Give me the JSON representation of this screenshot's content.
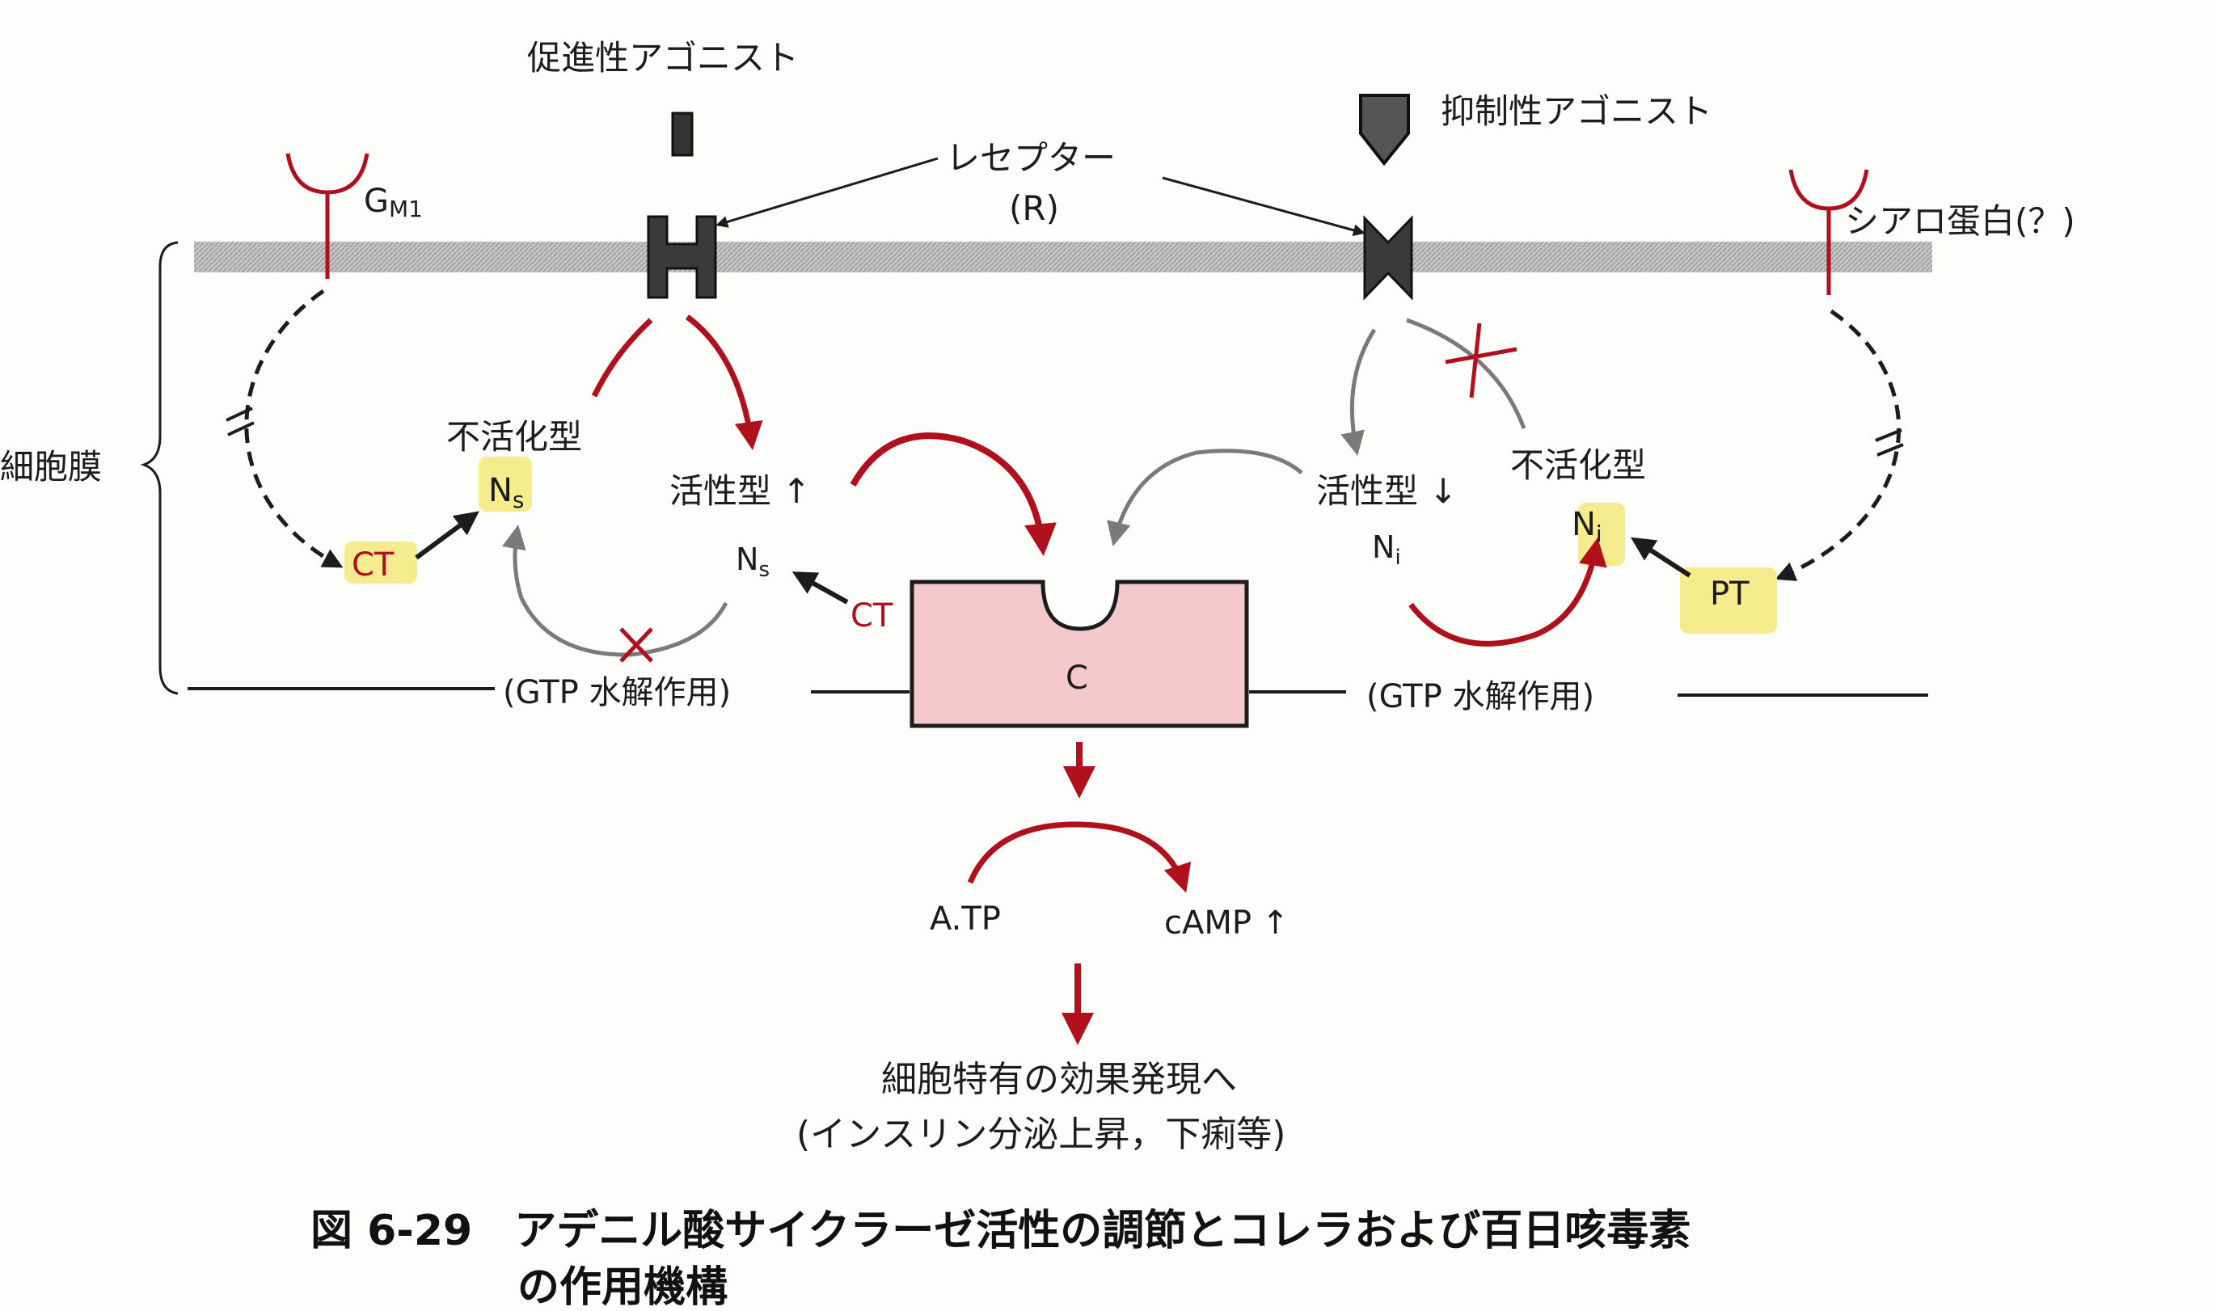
{
  "labels": {
    "stimulatory_agonist": "促進性アゴニスト",
    "inhibitory_agonist": "抑制性アゴニスト",
    "receptor": "レセプター",
    "receptor_abbr": "(R)",
    "gm1": "G",
    "gm1_sub": "M1",
    "sialo_protein": "シアロ蛋白(？)",
    "cell_membrane": "細胞膜",
    "inactive_left": "不活化型",
    "inactive_right": "不活化型",
    "active_left": "活性型 ↑",
    "active_right": "活性型 ↓",
    "ns_left": "N",
    "ns_left_sub": "s",
    "ns_right": "N",
    "ns_right_sub": "s",
    "ni_left": "N",
    "ni_left_sub": "i",
    "ni_right": "N",
    "ni_right_sub": "i",
    "ct_left": "CT",
    "ct_right": "CT",
    "pt": "PT",
    "gtp_left": "(GTP 水解作用)",
    "gtp_right": "(GTP 水解作用)",
    "enzyme": "C",
    "atp": "A.TP",
    "camp": "cAMP ↑",
    "effect_line1": "細胞特有の効果発現へ",
    "effect_line2": "(インスリン分泌上昇，下痢等)"
  },
  "caption": {
    "line1": "図 6-29　アデニル酸サイクラーゼ活性の調節とコレラおよび百日咳毒素",
    "line2": "の作用機構"
  },
  "colors": {
    "red": "#b0101b",
    "gray": "#7a7a7a",
    "black": "#1c1c1c",
    "highlight": "#f6ec8e",
    "enzyme_fill": "#f3c9cc",
    "membrane": "#b9b9b9"
  }
}
